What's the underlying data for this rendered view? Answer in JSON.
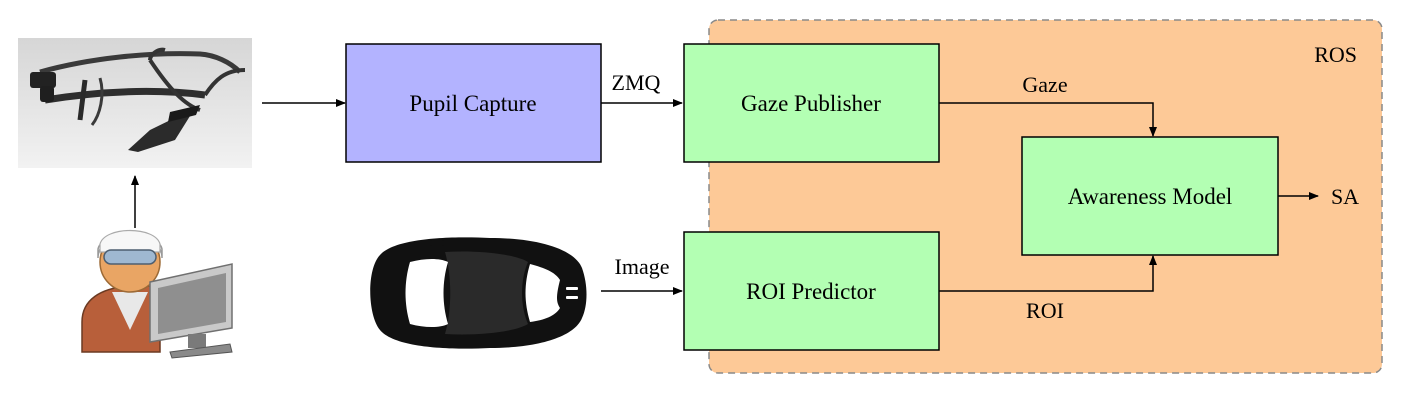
{
  "ros_region": {
    "label": "ROS",
    "fill": "#fdc997",
    "stroke": "#8a8a8a"
  },
  "nodes": {
    "pupil_capture": {
      "label": "Pupil Capture",
      "fill": "#b3b3ff"
    },
    "gaze_publisher": {
      "label": "Gaze Publisher",
      "fill": "#b3ffb3"
    },
    "awareness_model": {
      "label": "Awareness Model",
      "fill": "#b3ffb3"
    },
    "roi_predictor": {
      "label": "ROI Predictor",
      "fill": "#b3ffb3"
    }
  },
  "edges": {
    "zmq": {
      "label": "ZMQ"
    },
    "gaze": {
      "label": "Gaze"
    },
    "image": {
      "label": "Image"
    },
    "roi": {
      "label": "ROI"
    },
    "sa": {
      "label": "SA"
    }
  },
  "icons": {
    "eye_tracker": "eye-tracking-glasses-icon",
    "operator": "operator-at-computer-icon",
    "car": "car-top-view-icon"
  }
}
